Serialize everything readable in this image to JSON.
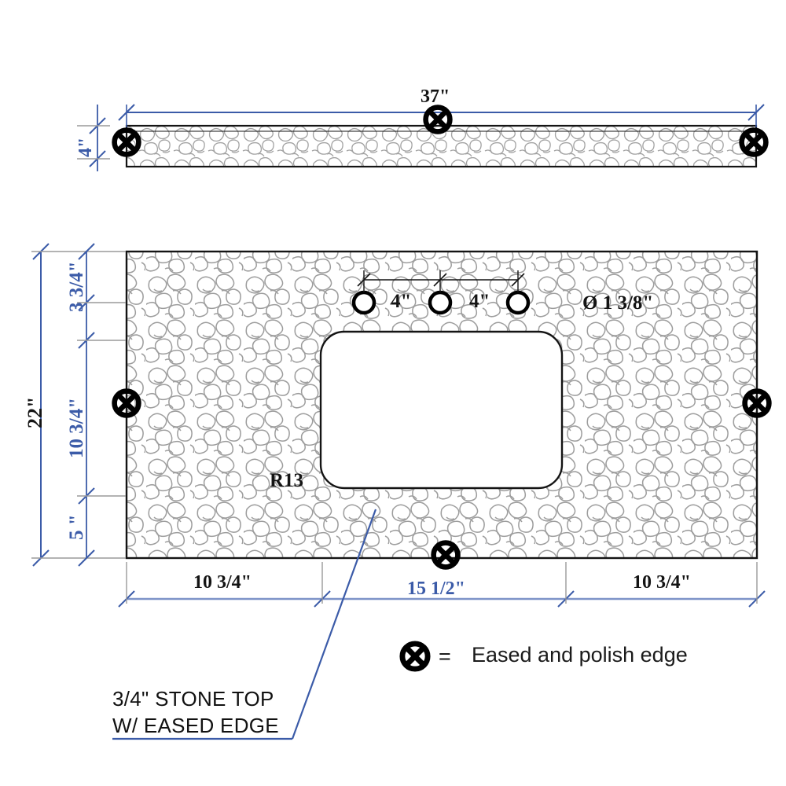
{
  "drawing": {
    "title": "Stone vanity top fabrication drawing",
    "colors": {
      "dimension_blue": "#3b5ba8",
      "outline_black": "#141414",
      "hatch_gray": "#9a9a9a",
      "leader_blue": "#3b5ba8"
    }
  },
  "front_view": {
    "name": "front-elevation",
    "width_label": "37\"",
    "thickness_label": "4\"",
    "edge_marks": 3
  },
  "plan_view": {
    "name": "plan-view",
    "overall_height_label": "22\"",
    "vertical_dims": [
      {
        "label": "3 3/4\""
      },
      {
        "label": "10 3/4\""
      },
      {
        "label": "5 \""
      }
    ],
    "bottom_dims": [
      {
        "label": "10 3/4\""
      },
      {
        "label": "15 1/2\""
      },
      {
        "label": "10 3/4\""
      }
    ],
    "radius_label": "R13",
    "faucet_holes": {
      "count": 3,
      "spacing_labels": [
        "4\"",
        "4\""
      ],
      "diameter_label": "Ø 1 3/8\""
    },
    "edge_marks": 3
  },
  "legend": {
    "symbol_name": "eased-polish-edge-symbol",
    "equals": "=",
    "text": "Eased and polish edge"
  },
  "callout": {
    "line1": "3/4\" STONE TOP",
    "line2": "W/ EASED EDGE"
  }
}
